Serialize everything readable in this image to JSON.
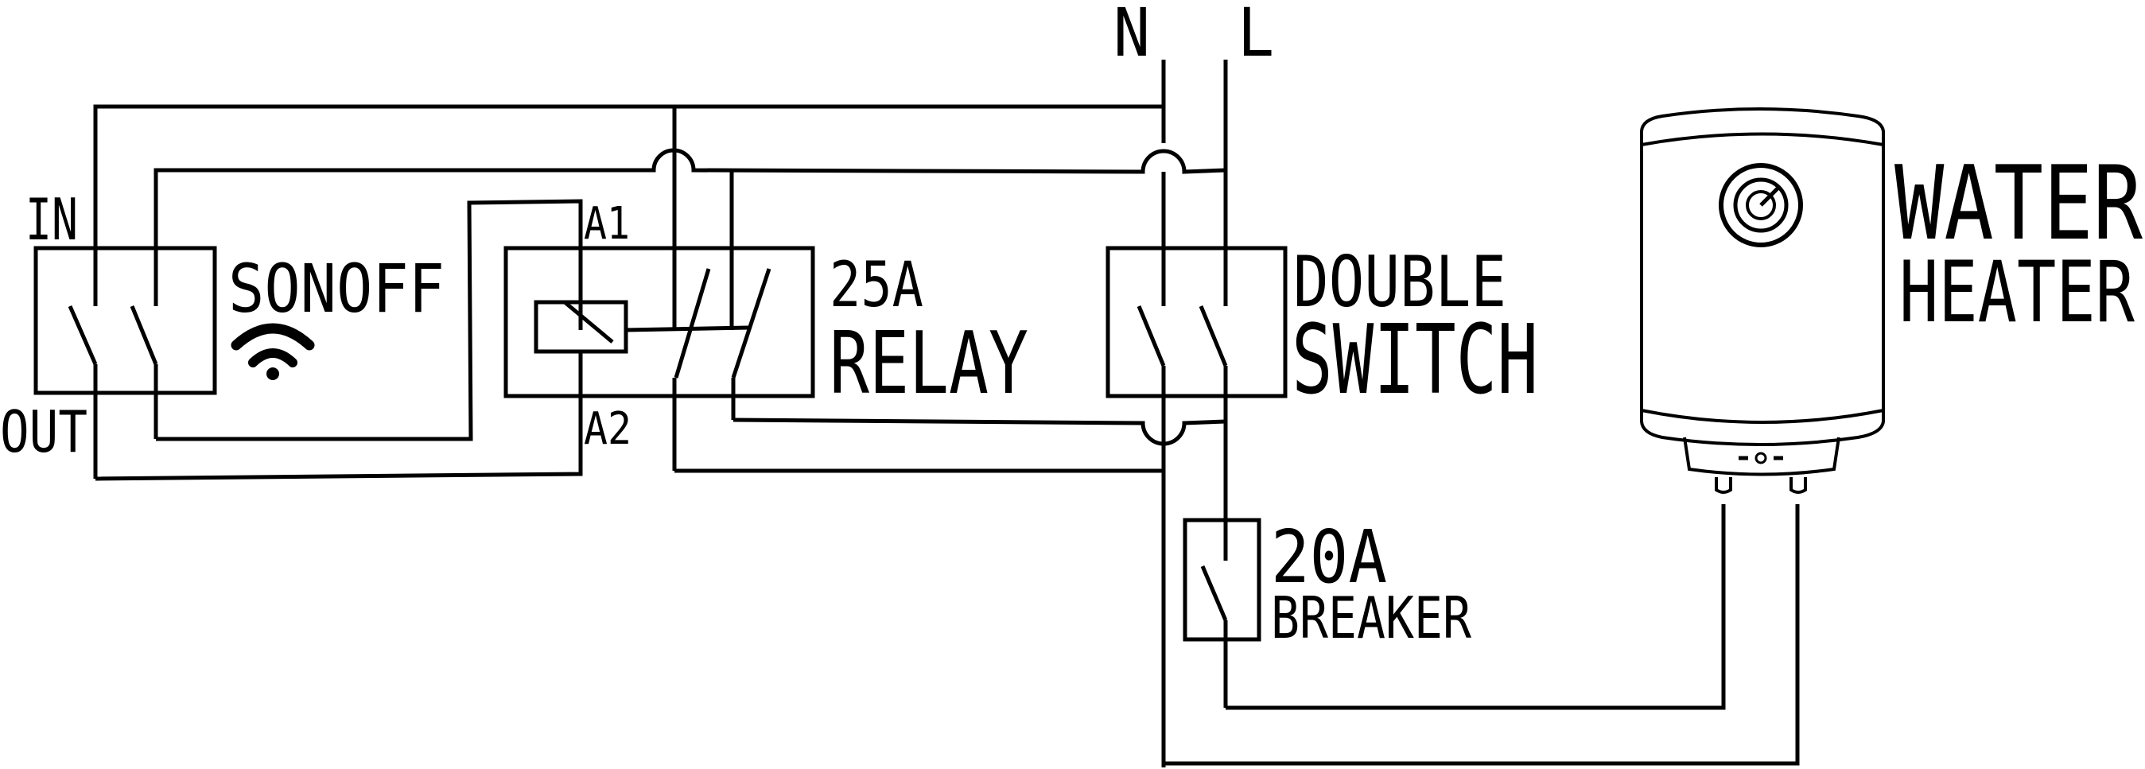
{
  "labels": {
    "n": "N",
    "l": "L",
    "in": "IN",
    "out": "OUT",
    "sonoff": "SONOFF",
    "a1": "A1",
    "a2": "A2",
    "relay_rating": "25A",
    "relay": "RELAY",
    "double": "DOUBLE",
    "switch": "SWITCH",
    "breaker_rating": "20A",
    "breaker": "BREAKER",
    "water": "WATER",
    "heater": "HEATER"
  },
  "icons": {
    "wifi": "wifi-icon",
    "thermostat": "thermostat-dial-icon",
    "relay_coil": "relay-coil-icon",
    "switch_contact": "switch-contact-icon",
    "water_heater": "water-heater-icon"
  },
  "colors": {
    "line": "#000000",
    "background": "#ffffff"
  }
}
